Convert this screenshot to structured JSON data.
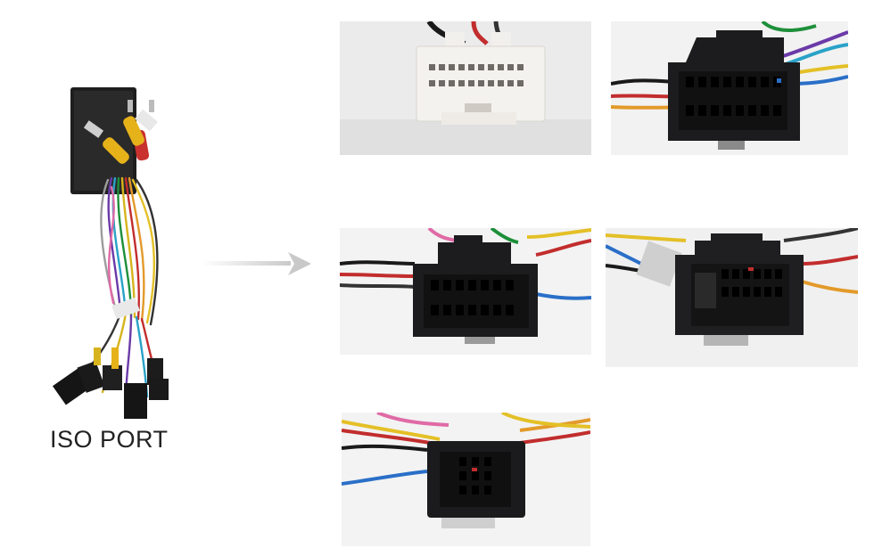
{
  "caption": {
    "iso_port": "ISO PORT"
  },
  "icons": {
    "harness": "wiring-harness-image",
    "arrow": "arrow-right-icon",
    "connectors": [
      "white-connector-photo",
      "black-connector-photo",
      "black-connector-photo",
      "black-connector-photo",
      "black-connector-photo"
    ]
  },
  "colors": {
    "text": "#222222",
    "arrow": "#d0d0d0",
    "connector_black": "#1c1c1e",
    "connector_white": "#f4f2ee"
  }
}
